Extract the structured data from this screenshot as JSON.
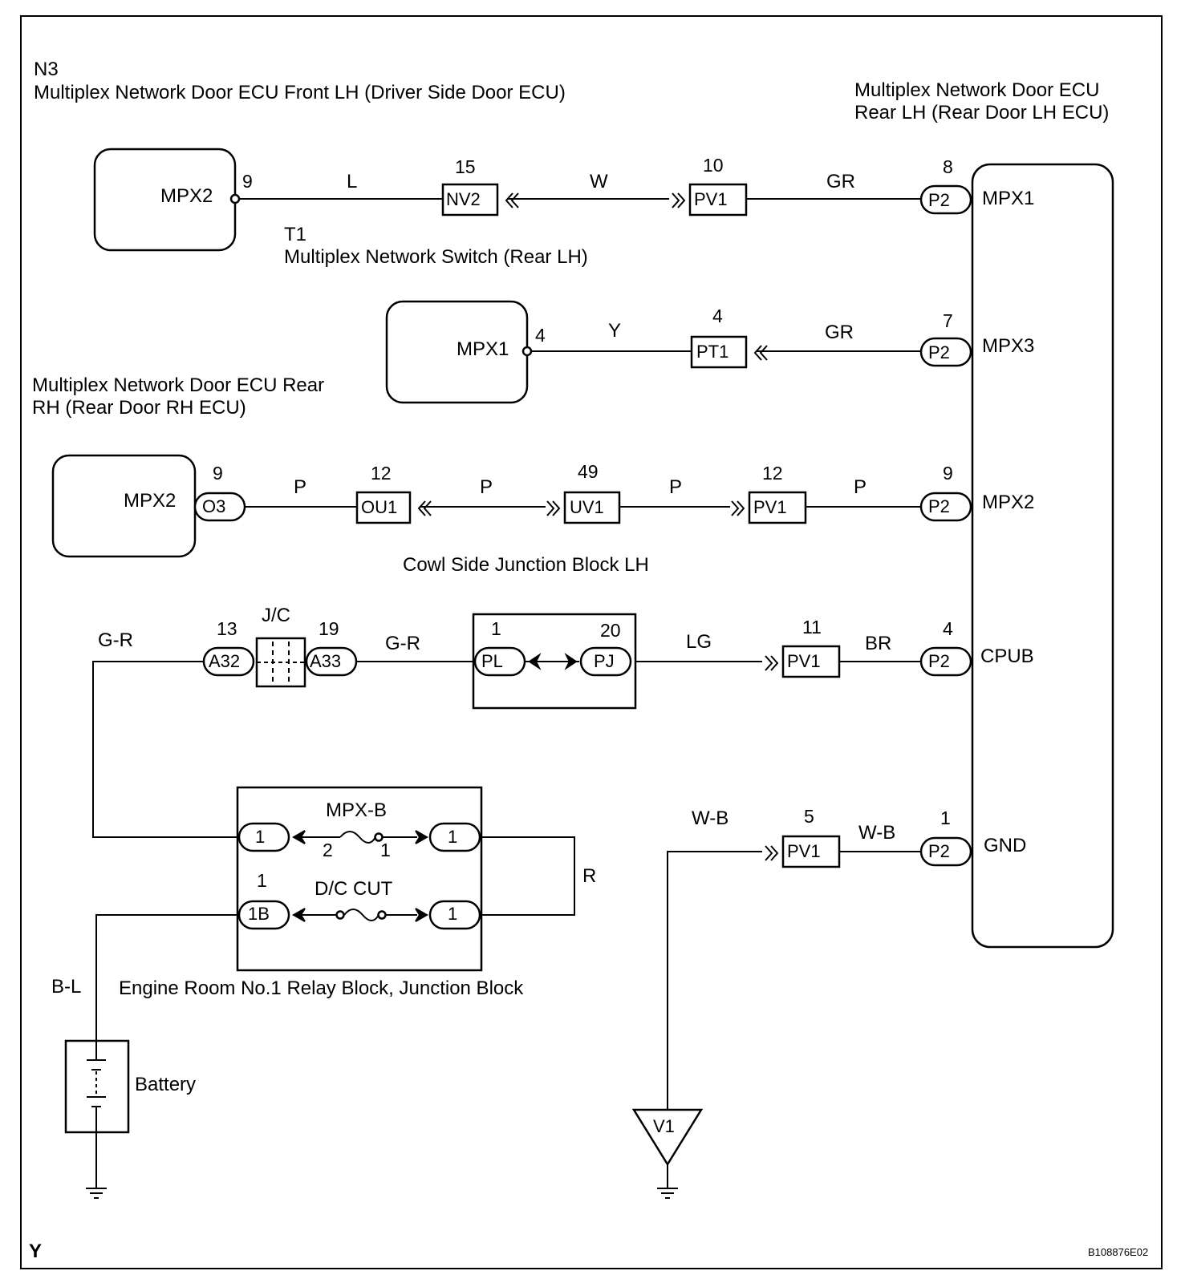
{
  "labels": {
    "n3_code": "N3",
    "n3_name": "Multiplex Network Door ECU Front LH (Driver Side Door ECU)",
    "rear_lh_line1": "Multiplex Network Door ECU",
    "rear_lh_line2": "Rear LH (Rear Door LH ECU)",
    "t1_code": "T1",
    "t1_name": "Multiplex Network Switch (Rear LH)",
    "rear_rh_line1": "Multiplex Network Door ECU Rear",
    "rear_rh_line2": "RH (Rear Door RH ECU)",
    "cowl_jb": "Cowl Side Junction Block LH",
    "jc": "J/C",
    "engine_room_block": "Engine Room No.1 Relay Block, Junction Block",
    "battery": "Battery",
    "corner_mark": "Y",
    "figure_id": "B108876E02"
  },
  "components": {
    "n3_terminal": "MPX2",
    "t1_terminal": "MPX1",
    "rear_rh_terminal": "MPX2",
    "ground_point": "V1",
    "rear_lh_terminals": [
      "MPX1",
      "MPX3",
      "MPX2",
      "CPUB",
      "GND"
    ]
  },
  "fuses": {
    "mpxb": "MPX-B",
    "mpxb_pin_left": "2",
    "mpxb_pin_right": "1",
    "dccut": "D/C CUT"
  },
  "pins": {
    "n3_mpx2": "9",
    "nv2": "15",
    "pv1_row1": "10",
    "p2_mpx1": "8",
    "t1_mpx1": "4",
    "pt1": "4",
    "p2_mpx3": "7",
    "o3": "9",
    "ou1": "12",
    "uv1": "49",
    "pv1_row3": "12",
    "p2_mpx2": "9",
    "a32": "13",
    "a33": "19",
    "pl": "1",
    "pj": "20",
    "pv1_row4": "11",
    "p2_cpub": "4",
    "pv1_gnd": "5",
    "p2_gnd": "1",
    "mpxb_left": "1",
    "mpxb_right": "1",
    "dccut_1b": "1",
    "dccut_right": "1"
  },
  "connectors": {
    "nv2": "NV2",
    "pv1": "PV1",
    "p2": "P2",
    "pt1": "PT1",
    "o3": "O3",
    "ou1": "OU1",
    "uv1": "UV1",
    "a32": "A32",
    "a33": "A33",
    "pl": "PL",
    "pj": "PJ",
    "one_b": "1B"
  },
  "wires": {
    "row1_a": "L",
    "row1_b": "W",
    "row1_c": "GR",
    "row2_a": "Y",
    "row2_b": "GR",
    "row3_a": "P",
    "row3_b": "P",
    "row3_c": "P",
    "row3_d": "P",
    "row4_left": "G-R",
    "row4_mid": "G-R",
    "row4_lg": "LG",
    "row4_br": "BR",
    "gnd_left": "W-B",
    "gnd_right": "W-B",
    "relay_loop": "R",
    "battery_feed": "B-L"
  }
}
